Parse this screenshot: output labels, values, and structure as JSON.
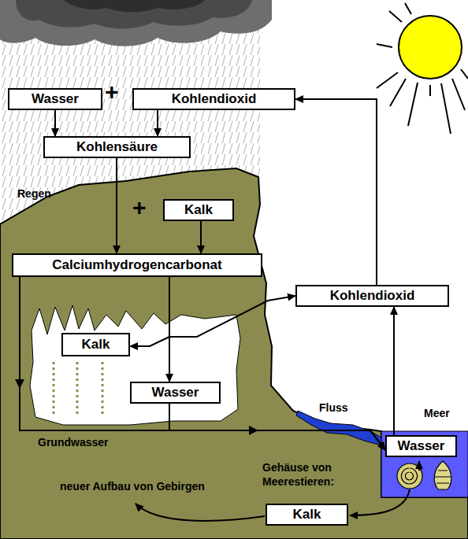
{
  "diagram": {
    "nodes": [
      {
        "text": [
          "Wasser"
        ]
      },
      {
        "text": [
          "Kohlendioxid"
        ]
      },
      {
        "text": [
          "Kohlensäure"
        ]
      },
      {
        "text": [
          "Kalk"
        ]
      },
      {
        "text": [
          "Calciumhydrogencarbonat"
        ]
      },
      {
        "text": [
          "Kohlendioxid"
        ]
      },
      {
        "text": [
          "Kalk"
        ]
      },
      {
        "text": [
          "Wasser"
        ]
      },
      {
        "text": [
          "Wasser"
        ]
      },
      {
        "text": [
          "Kalk"
        ]
      }
    ],
    "edges": [
      {
        "from": 0,
        "to": 2,
        "arrow": "to"
      },
      {
        "from": 1,
        "to": 2,
        "arrow": "to"
      },
      {
        "from": 2,
        "to": 4,
        "arrow": "to"
      },
      {
        "from": 3,
        "to": 4,
        "arrow": "to"
      },
      {
        "from": 4,
        "to": 6,
        "arrow": "to"
      },
      {
        "from": 4,
        "to": 5,
        "arrow": "to"
      },
      {
        "from": 4,
        "to": 7,
        "arrow": "to"
      },
      {
        "from": 4,
        "to": 8,
        "arrow": "to"
      },
      {
        "from": 7,
        "to": 8,
        "arrow": "to"
      },
      {
        "from": 8,
        "to": 5,
        "arrow": "to"
      },
      {
        "from": 5,
        "to": 1,
        "arrow": "to"
      }
    ],
    "labels": [
      "+",
      "Regen",
      "+",
      "Fluss",
      "Meer",
      "Grundwasser",
      "Gehäuse von Meerestieren:",
      "neuer Aufbau von Gebirgen"
    ]
  }
}
